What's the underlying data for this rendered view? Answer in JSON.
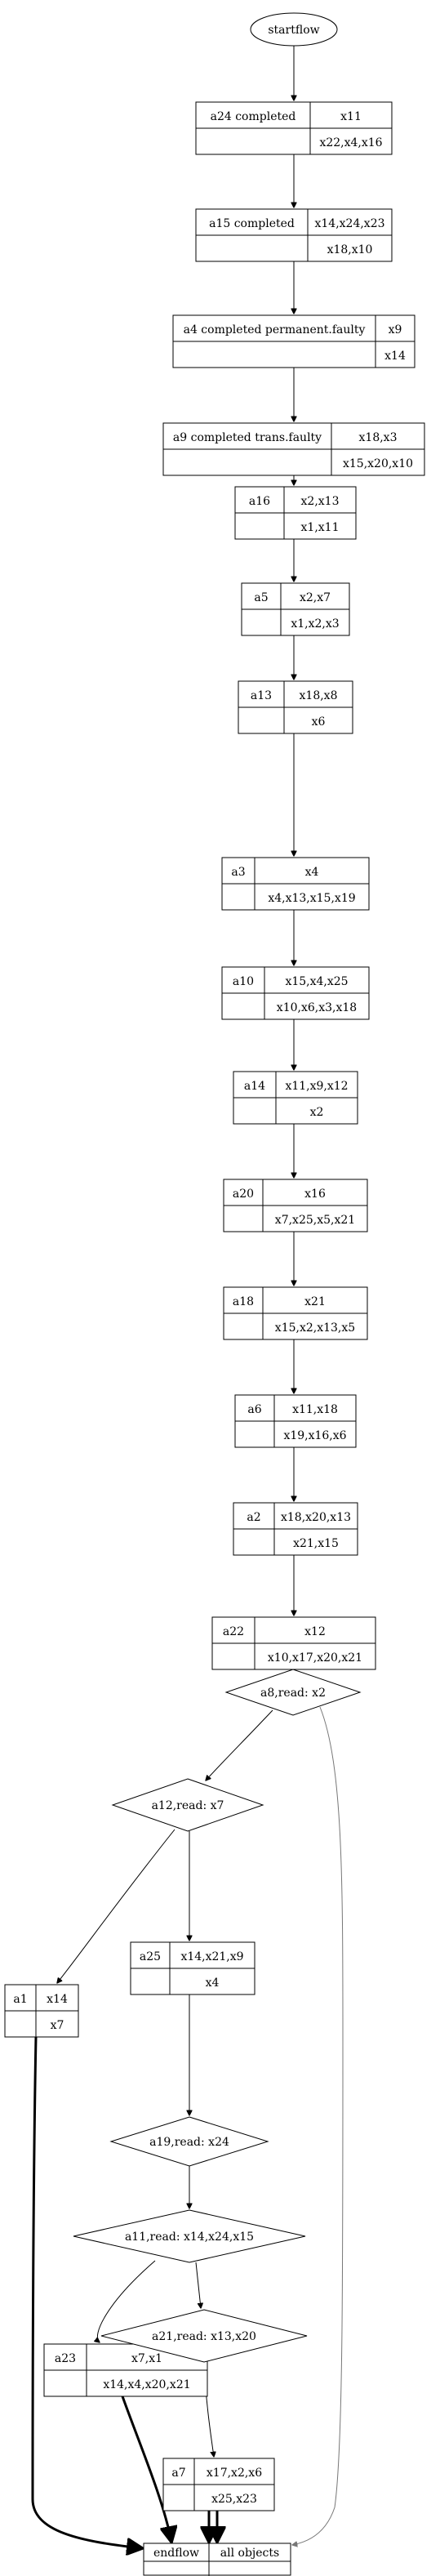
{
  "diagram": {
    "start": "startflow",
    "records": [
      {
        "id": "a24",
        "label": "a24 completed",
        "top": "x11",
        "bottom": "x22,x4,x16"
      },
      {
        "id": "a15",
        "label": "a15 completed",
        "top": "x14,x24,x23",
        "bottom": "x18,x10"
      },
      {
        "id": "a4",
        "label": "a4 completed permanent.faulty",
        "top": "x9",
        "bottom": "x14"
      },
      {
        "id": "a9",
        "label": "a9 completed trans.faulty",
        "top": "x18,x3",
        "bottom": "x15,x20,x10"
      },
      {
        "id": "a16",
        "label": "a16",
        "top": "x2,x13",
        "bottom": "x1,x11"
      },
      {
        "id": "a5",
        "label": "a5",
        "top": "x2,x7",
        "bottom": "x1,x2,x3"
      },
      {
        "id": "a13",
        "label": "a13",
        "top": "x18,x8",
        "bottom": "x6"
      },
      {
        "id": "a3",
        "label": "a3",
        "top": "x4",
        "bottom": "x4,x13,x15,x19"
      },
      {
        "id": "a10",
        "label": "a10",
        "top": "x15,x4,x25",
        "bottom": "x10,x6,x3,x18"
      },
      {
        "id": "a14",
        "label": "a14",
        "top": "x11,x9,x12",
        "bottom": "x2"
      },
      {
        "id": "a20",
        "label": "a20",
        "top": "x16",
        "bottom": "x7,x25,x5,x21"
      },
      {
        "id": "a18",
        "label": "a18",
        "top": "x21",
        "bottom": "x15,x2,x13,x5"
      },
      {
        "id": "a6",
        "label": "a6",
        "top": "x11,x18",
        "bottom": "x19,x16,x6"
      },
      {
        "id": "a2",
        "label": "a2",
        "top": "x18,x20,x13",
        "bottom": "x21,x15"
      },
      {
        "id": "a22",
        "label": "a22",
        "top": "x12",
        "bottom": "x10,x17,x20,x21"
      },
      {
        "id": "a25",
        "label": "a25",
        "top": "x14,x21,x9",
        "bottom": "x4"
      },
      {
        "id": "a1",
        "label": "a1",
        "top": "x14",
        "bottom": "x7"
      },
      {
        "id": "a23",
        "label": "a23",
        "top": "x7,x1",
        "bottom": "x14,x4,x20,x21"
      },
      {
        "id": "a7",
        "label": "a7",
        "top": "x17,x2,x6",
        "bottom": "x25,x23"
      }
    ],
    "decisions": [
      {
        "id": "a8",
        "label": "a8,read: x2"
      },
      {
        "id": "a12",
        "label": "a12,read: x7"
      },
      {
        "id": "a19",
        "label": "a19,read: x24"
      },
      {
        "id": "a11",
        "label": "a11,read: x14,x24,x15"
      },
      {
        "id": "a21",
        "label": "a21,read: x13,x20"
      }
    ],
    "end": {
      "id": "end",
      "label": "endflow",
      "right": "all objects"
    }
  }
}
